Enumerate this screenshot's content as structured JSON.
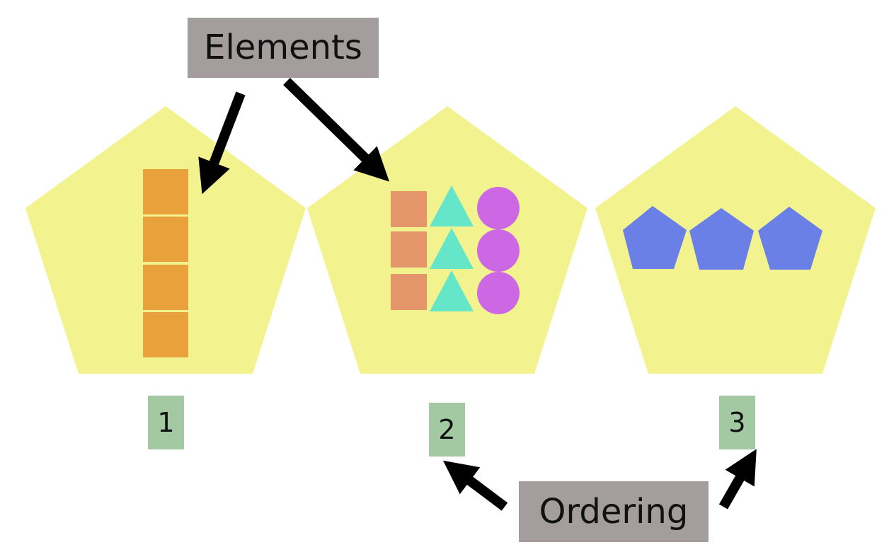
{
  "labels": {
    "elements": "Elements",
    "ordering": "Ordering"
  },
  "groups": [
    {
      "order_label": "1",
      "element_shape": "square",
      "element_count": 4
    },
    {
      "order_label": "2",
      "element_shape": "square-triangle-circle",
      "element_count": 9
    },
    {
      "order_label": "3",
      "element_shape": "pentagon",
      "element_count": 3
    }
  ],
  "colors": {
    "container_fill": "#f2f28e",
    "label_box_fill": "#a39d9d",
    "number_box_fill": "#a3c9a3",
    "arrow": "#000000",
    "square_group1": "#e9a23b",
    "square_group2": "#e4966a",
    "triangle": "#66e6c8",
    "circle": "#cd68e4",
    "pentagon": "#6a80e6"
  }
}
